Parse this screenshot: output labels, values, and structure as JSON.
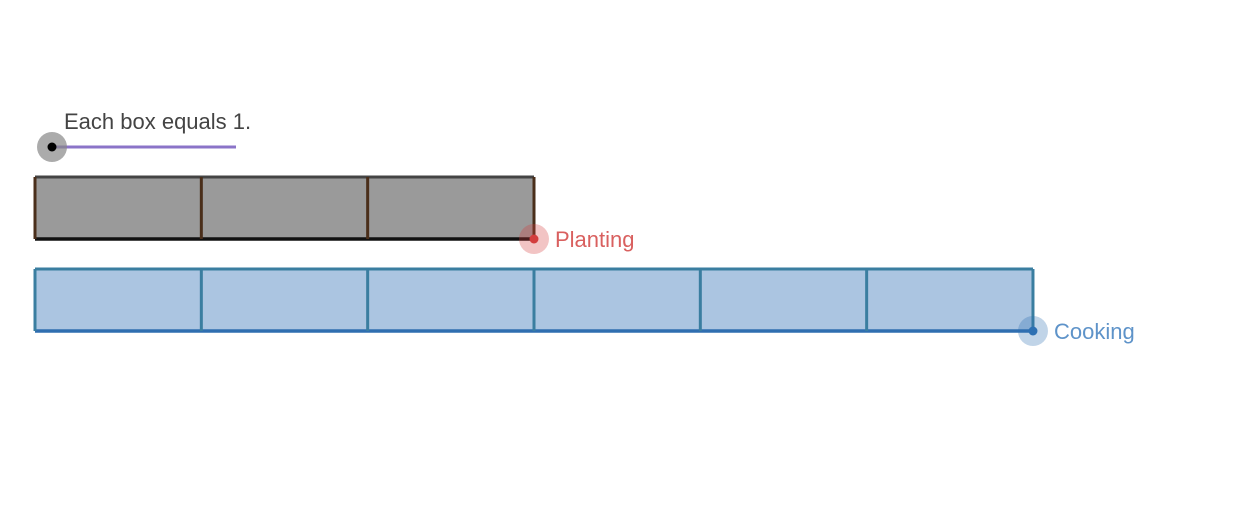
{
  "note": "Each box equals 1.",
  "bars": [
    {
      "name": "planting",
      "label": "Planting",
      "boxes": 3,
      "fill": "#9a9a9a",
      "edge": "#4a2e1a",
      "bottom": "#111111",
      "label_color": "#d9605f",
      "point_color": "#d33d3d"
    },
    {
      "name": "cooking",
      "label": "Cooking",
      "boxes": 6,
      "fill": "#abc5e1",
      "edge": "#3a7ea0",
      "bottom": "#2f6eb0",
      "label_color": "#5e93c9",
      "point_color": "#2d70b3"
    }
  ],
  "slider_color": "#8b74c8"
}
